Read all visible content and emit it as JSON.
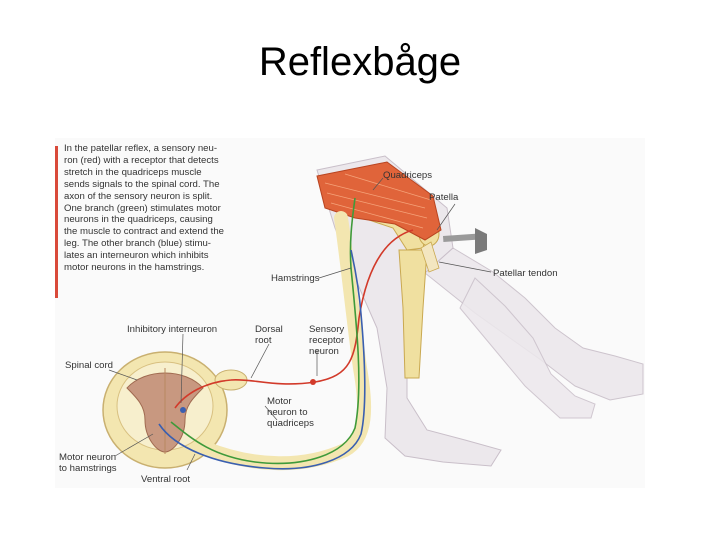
{
  "slide": {
    "title": "Reflexbåge"
  },
  "caption": {
    "lines": [
      "In the patellar reflex, a sensory neu-",
      "ron (red) with a receptor that detects",
      "stretch in the quadriceps muscle",
      "sends signals to the spinal cord. The",
      "axon of the sensory neuron is split.",
      "One branch (green) stimulates motor",
      "neurons in the quadriceps, causing",
      "the muscle to contract and extend the",
      "leg. The other branch (blue) stimu-",
      "lates an interneuron which inhibits",
      "motor neurons in the hamstrings."
    ]
  },
  "labels": {
    "quadriceps": "Quadriceps",
    "patella": "Patella",
    "patellar_tendon": "Patellar tendon",
    "hamstrings": "Hamstrings",
    "inhibitory_interneuron": "Inhibitory interneuron",
    "dorsal_root": [
      "Dorsal",
      "root"
    ],
    "sensory_receptor_neuron": [
      "Sensory",
      "receptor",
      "neuron"
    ],
    "spinal_cord": "Spinal cord",
    "motor_neuron_quadriceps": [
      "Motor",
      "neuron to",
      "quadriceps"
    ],
    "motor_neuron_hamstrings": [
      "Motor neuron",
      "to hamstrings"
    ],
    "ventral_root": "Ventral root"
  },
  "colors": {
    "sensory_neuron": "#d23a2a",
    "motor_neuron_quadriceps": "#3f9a3a",
    "interneuron": "#3a5fb0",
    "muscle": "#e0643a",
    "bone": "#f0e0a0",
    "skin": "#ece8ec",
    "nerve_sheath": "#f3e6b0"
  }
}
